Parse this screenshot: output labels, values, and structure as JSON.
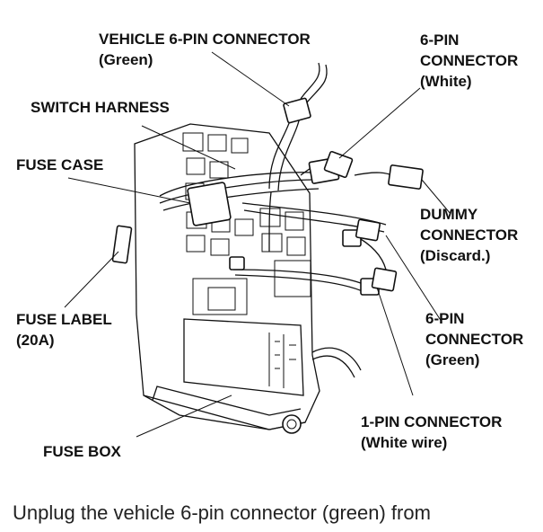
{
  "labels": {
    "vehicle_connector": [
      "VEHICLE 6-PIN CONNECTOR",
      "(Green)"
    ],
    "six_pin_white": [
      "6-PIN",
      "CONNECTOR",
      "(White)"
    ],
    "switch_harness": [
      "SWITCH HARNESS"
    ],
    "fuse_case": [
      "FUSE CASE"
    ],
    "dummy_connector": [
      "DUMMY",
      "CONNECTOR",
      "(Discard.)"
    ],
    "fuse_label": [
      "FUSE LABEL",
      "(20A)"
    ],
    "six_pin_green": [
      "6-PIN",
      "CONNECTOR",
      "(Green)"
    ],
    "one_pin_connector": [
      "1-PIN CONNECTOR",
      "(White wire)"
    ],
    "fuse_box": [
      "FUSE BOX"
    ]
  },
  "caption": "Unplug the vehicle 6-pin connector (green) from"
}
